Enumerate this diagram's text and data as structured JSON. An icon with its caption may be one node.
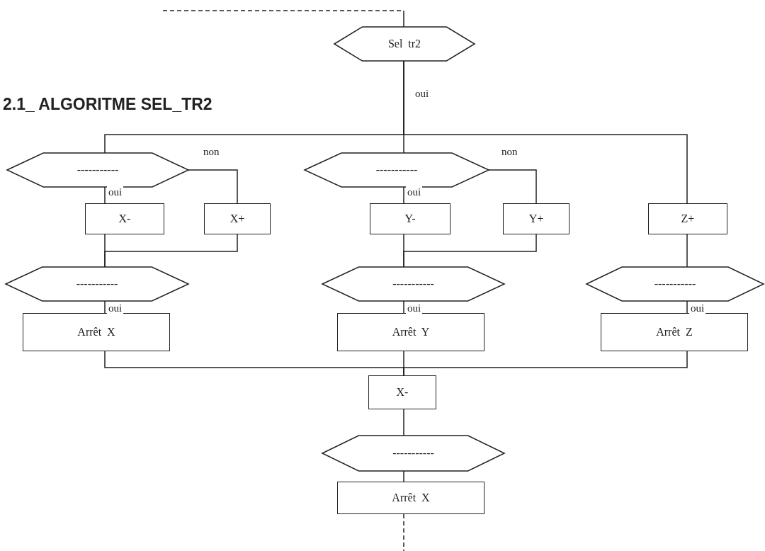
{
  "diagram": {
    "title": "2.1_ ALGORITME SEL_TR2",
    "nodes": [
      {
        "text": [
          "Sel  tr2"
        ]
      },
      {
        "text": [
          "-----------"
        ]
      },
      {
        "text": [
          "-----------"
        ]
      },
      {
        "text": [
          "X-"
        ]
      },
      {
        "text": [
          "X+"
        ]
      },
      {
        "text": [
          "Y-"
        ]
      },
      {
        "text": [
          "Y+"
        ]
      },
      {
        "text": [
          "Z+"
        ]
      },
      {
        "text": [
          "-----------"
        ]
      },
      {
        "text": [
          "-----------"
        ]
      },
      {
        "text": [
          "-----------"
        ]
      },
      {
        "text": [
          "Arrêt  X"
        ]
      },
      {
        "text": [
          "Arrêt  Y"
        ]
      },
      {
        "text": [
          "Arrêt  Z"
        ]
      },
      {
        "text": [
          "X-"
        ]
      },
      {
        "text": [
          "-----------"
        ]
      },
      {
        "text": [
          "Arrêt  X"
        ]
      }
    ],
    "edges": [
      {
        "from": null,
        "to": 0,
        "arrow": "none"
      },
      {
        "from": 0,
        "to": 1,
        "arrow": "none"
      },
      {
        "from": 0,
        "to": 2,
        "arrow": "none",
        "label": "oui"
      },
      {
        "from": 0,
        "to": 7,
        "arrow": "none"
      },
      {
        "from": 1,
        "to": 3,
        "arrow": "none",
        "label": "oui"
      },
      {
        "from": 1,
        "to": 4,
        "arrow": "none",
        "label": "non"
      },
      {
        "from": 2,
        "to": 5,
        "arrow": "none",
        "label": "oui"
      },
      {
        "from": 2,
        "to": 6,
        "arrow": "none",
        "label": "non"
      },
      {
        "from": 7,
        "to": 10,
        "arrow": "none"
      },
      {
        "from": 3,
        "to": 8,
        "arrow": "none"
      },
      {
        "from": 4,
        "to": 8,
        "arrow": "none"
      },
      {
        "from": 5,
        "to": 9,
        "arrow": "none"
      },
      {
        "from": 6,
        "to": 9,
        "arrow": "none"
      },
      {
        "from": 8,
        "to": 11,
        "arrow": "none",
        "label": "oui"
      },
      {
        "from": 9,
        "to": 12,
        "arrow": "none",
        "label": "oui"
      },
      {
        "from": 10,
        "to": 13,
        "arrow": "none",
        "label": "oui"
      },
      {
        "from": 11,
        "to": 14,
        "arrow": "none"
      },
      {
        "from": 12,
        "to": 14,
        "arrow": "none"
      },
      {
        "from": 13,
        "to": 14,
        "arrow": "none"
      },
      {
        "from": 14,
        "to": 15,
        "arrow": "none"
      },
      {
        "from": 15,
        "to": 16,
        "arrow": "none"
      },
      {
        "from": 16,
        "to": null,
        "arrow": "none",
        "style": "dashed"
      }
    ]
  }
}
